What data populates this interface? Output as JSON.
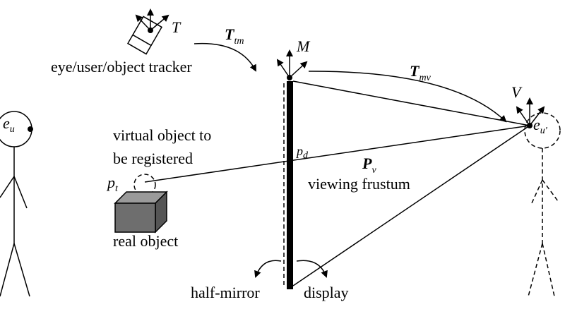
{
  "labels": {
    "tracker_frame": "T",
    "tracker_caption": "eye/user/object tracker",
    "transform_tm": "T",
    "transform_tm_sub": "tm",
    "mirror_frame": "M",
    "transform_mv": "T",
    "transform_mv_sub": "mv",
    "virtual_frame": "V",
    "eye_left": "e",
    "eye_left_sub": "u",
    "eye_right": "e",
    "eye_right_sub": "u'",
    "virtual_object_line1": "virtual object to",
    "virtual_object_line2": "be registered",
    "point_d": "p",
    "point_d_sub": "d",
    "proj": "P",
    "proj_sub": "v",
    "frustum": "viewing frustum",
    "point_t": "p",
    "point_t_sub": "t",
    "real_object": "real object",
    "half_mirror": "half-mirror",
    "display": "display"
  },
  "colors": {
    "stroke": "#000000",
    "real_object_front": "#6e6e6e",
    "real_object_top": "#9a9a9a",
    "real_object_side": "#555555"
  }
}
